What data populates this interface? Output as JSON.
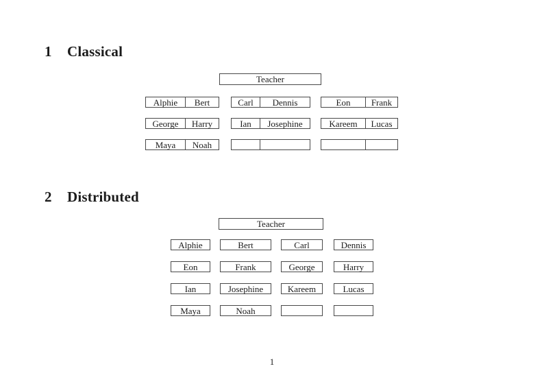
{
  "page": {
    "number": "1"
  },
  "sections": {
    "classical": {
      "number": "1",
      "title": "Classical",
      "teacher_label": "Teacher",
      "rows": [
        [
          {
            "left": "Alphie",
            "right": "Bert"
          },
          {
            "left": "Carl",
            "right": "Dennis"
          },
          {
            "left": "Eon",
            "right": "Frank"
          }
        ],
        [
          {
            "left": "George",
            "right": "Harry"
          },
          {
            "left": "Ian",
            "right": "Josephine"
          },
          {
            "left": "Kareem",
            "right": "Lucas"
          }
        ],
        [
          {
            "left": "Maya",
            "right": "Noah"
          },
          {
            "left": "",
            "right": ""
          },
          {
            "left": "",
            "right": ""
          }
        ]
      ]
    },
    "distributed": {
      "number": "2",
      "title": "Distributed",
      "teacher_label": "Teacher",
      "rows": [
        [
          "Alphie",
          "Bert",
          "Carl",
          "Dennis"
        ],
        [
          "Eon",
          "Frank",
          "George",
          "Harry"
        ],
        [
          "Ian",
          "Josephine",
          "Kareem",
          "Lucas"
        ],
        [
          "Maya",
          "Noah",
          "",
          ""
        ]
      ]
    }
  },
  "colors": {
    "border": "#484848",
    "text": "#1b1b1b",
    "background": "#ffffff"
  }
}
